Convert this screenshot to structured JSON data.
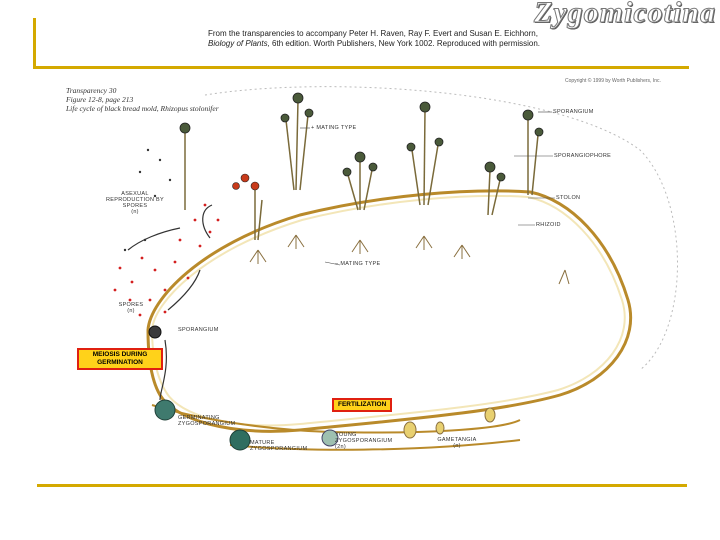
{
  "slide": {
    "title": "Zygomicotina",
    "credit_line1": "From the transparencies to accompany Peter H. Raven, Ray F. Evert and Susan E. Eichhorn,",
    "credit_book": "Biology of Plants,",
    "credit_line2_rest": " 6th edition. Worth Publishers, New York 1002. Reproduced with permission."
  },
  "figure": {
    "transparency": "Transparency 30",
    "figure_ref": "Figure 12-8, page 213",
    "caption": "Life cycle of black bread mold, Rhizopus stolonifer",
    "copyright": "Copyright © 1999 by Worth Publishers, Inc.",
    "labels": {
      "sporangium_top": "SPORANGIUM",
      "mating_type_plus": "+ MATING TYPE",
      "sporangiophore": "SPORANGIOPHORE",
      "stolon": "STOLON",
      "rhizoid": "RHIZOID",
      "mating_type_minus": "− MATING TYPE",
      "asexual_reproduction": "ASEXUAL REPRODUCTION BY SPORES",
      "asexual_n": "(n)",
      "spores": "SPORES",
      "spores_n": "(n)",
      "sporangium_bottom": "SPORANGIUM",
      "germinating_zygosporangium": "GERMINATING ZYGOSPORANGIUM",
      "mature_zygosporangium": "MATURE ZYGOSPORANGIUM",
      "young_zygosporangium": "YOUNG ZYGOSPORANGIUM",
      "young_2n": "(2n)",
      "gametangia": "GAMETANGIA",
      "gametangia_n": "(n)"
    },
    "boxes": {
      "meiosis": "MEIOSIS DURING GERMINATION",
      "fertilization": "FERTILIZATION"
    }
  },
  "colors": {
    "accent_gold": "#d4a900",
    "box_fill": "#ffd21a",
    "box_border": "#e02010",
    "spore_red": "#d42020"
  }
}
